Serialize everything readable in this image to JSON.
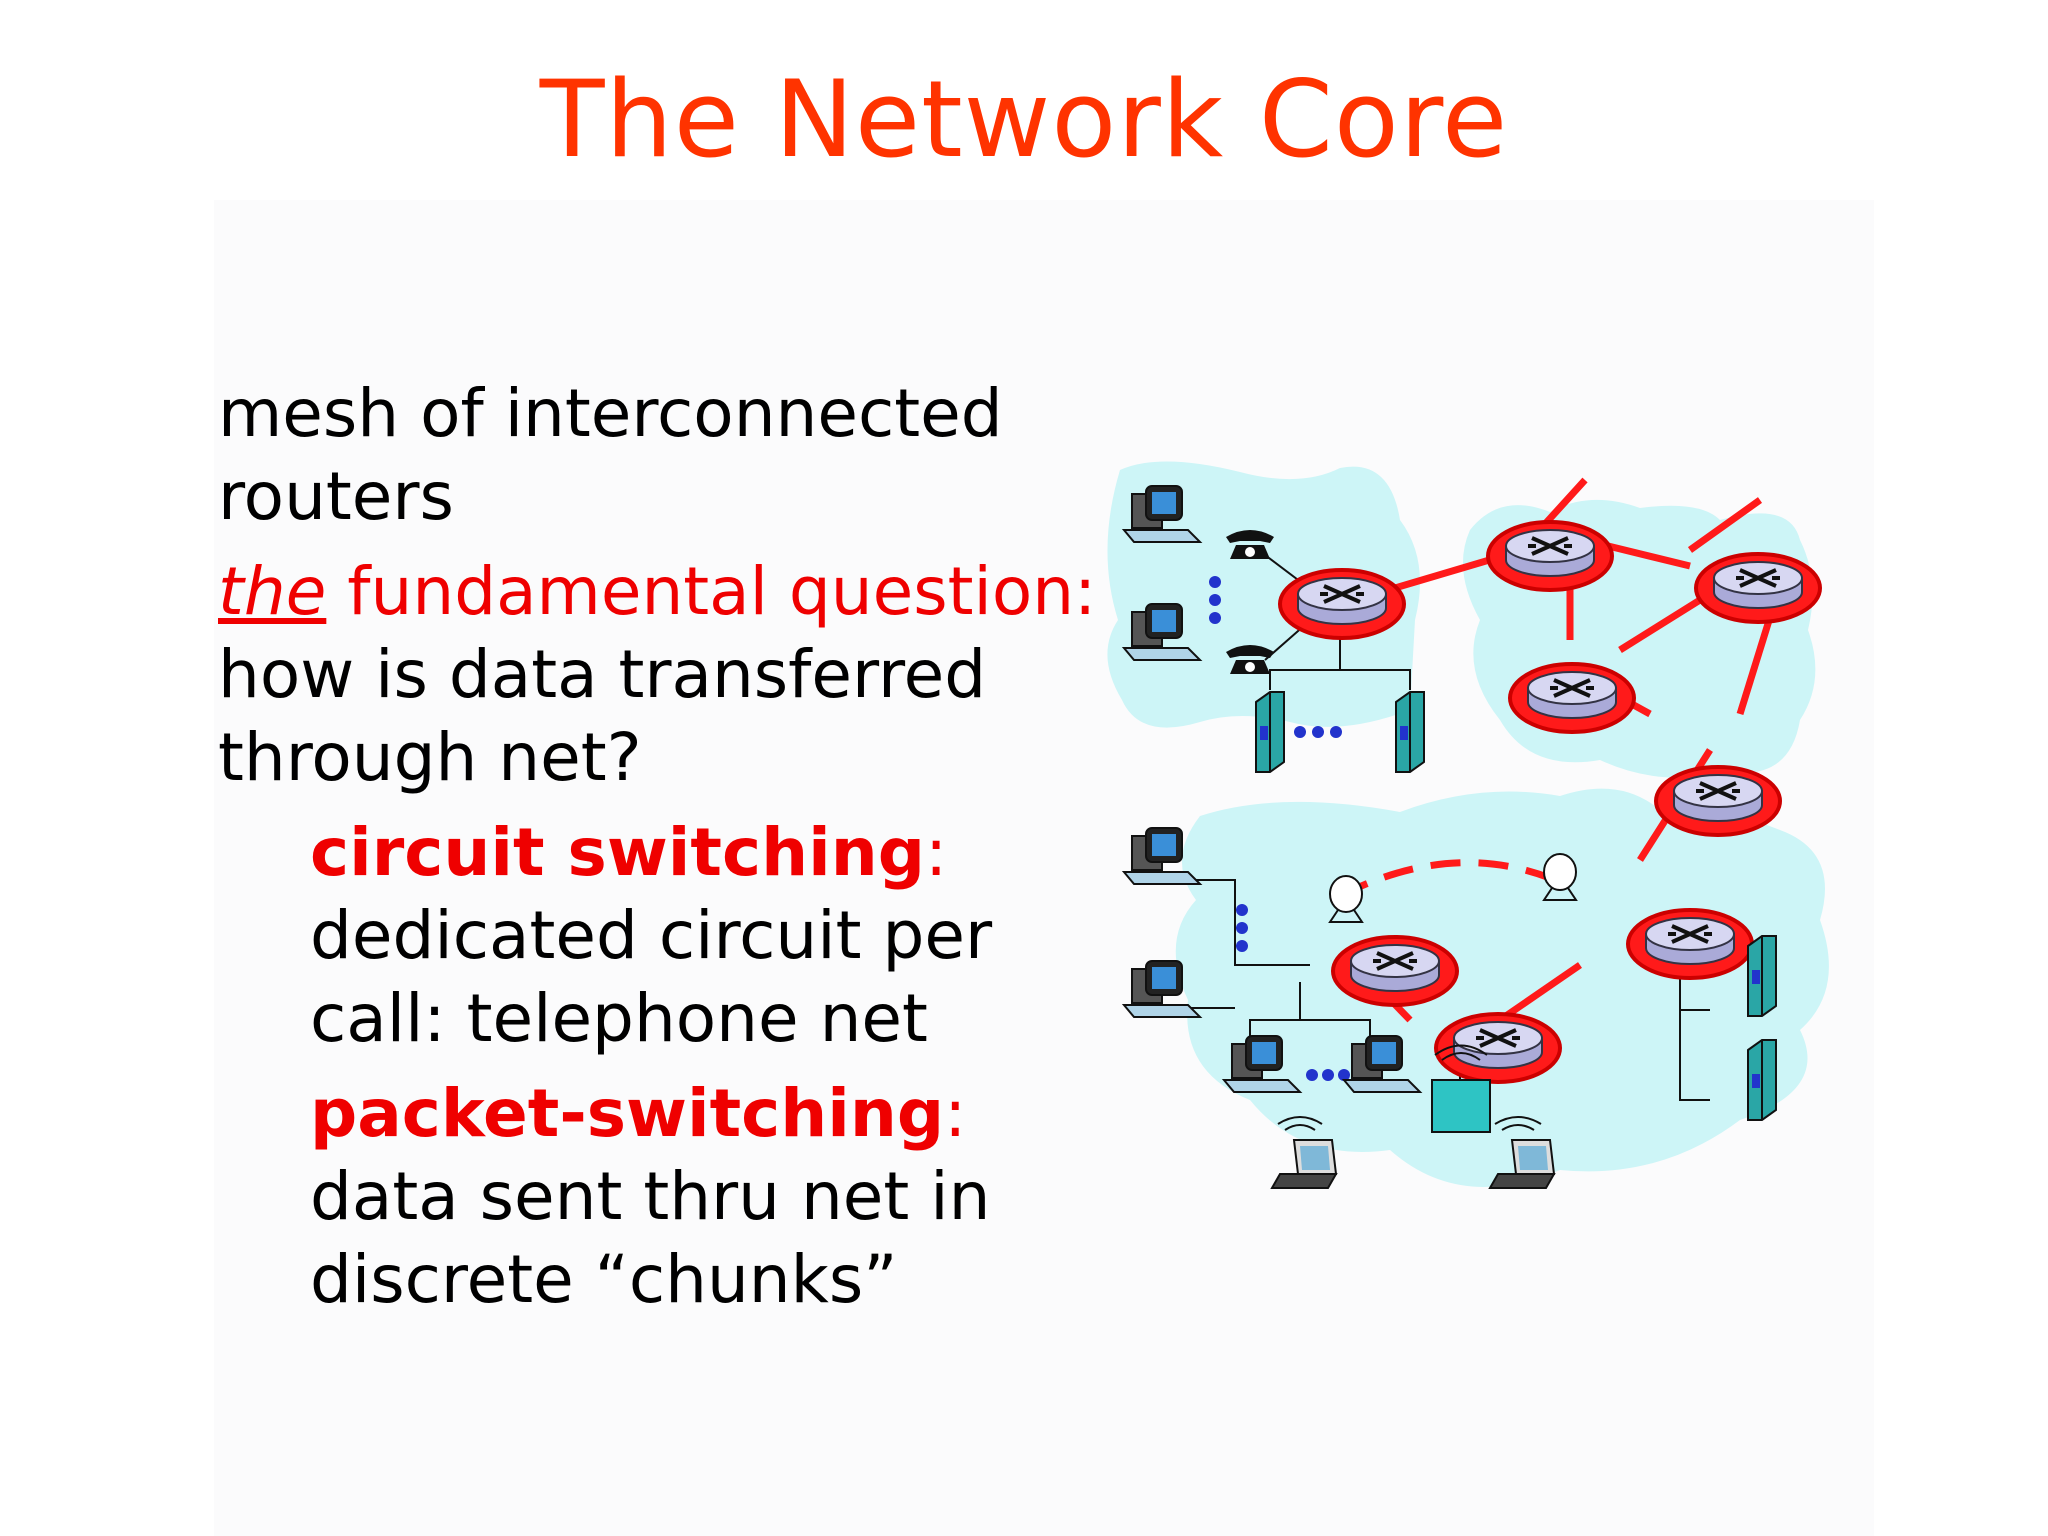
{
  "slide": {
    "title": "The Network Core",
    "bullet1": "mesh of interconnected routers",
    "bullet2": {
      "emph_the": "the",
      "emph_rest": " fundamental question:",
      "rest": " how is data transferred through net?"
    },
    "sub1": {
      "term": "circuit switching",
      "colon": ":",
      "desc": "dedicated circuit per call: telephone net"
    },
    "sub2": {
      "term": "packet-switching",
      "colon": ":",
      "desc": "data sent thru net in discrete “chunks”"
    }
  },
  "colors": {
    "title": "#ff3300",
    "emphasis": "#ef0000",
    "link": "#ff1a1a",
    "cloud": "#cdf5f7",
    "router": "#c9c9ee"
  },
  "icons": [
    "router-icon",
    "desktop-computer-icon",
    "telephone-icon",
    "server-icon",
    "laptop-icon",
    "satellite-dish-icon",
    "wireless-access-point-icon"
  ]
}
